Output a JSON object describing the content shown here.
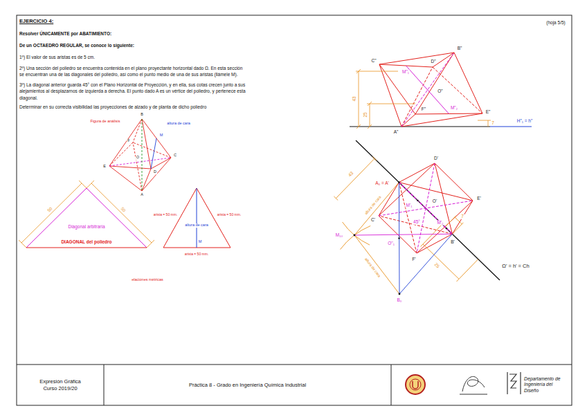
{
  "diagram": {
    "title": "EJERCICIO 4:",
    "nodes": [
      {
        "text": [
          "Expresión Gráfica",
          "Curso 2019/20"
        ]
      },
      {
        "text": [
          "Práctica 8 - Grado en Ingeniería Química Industrial"
        ]
      },
      {
        "text": [
          "Departamento de Ingeniería del Diseño"
        ]
      }
    ],
    "labels": [
      "(hoja 5/5)",
      "Resolver ÚNICAMENTE por ABATIMIENTO:",
      "De un OCTAEDRO REGULAR, se conoce lo siguiente:",
      "1º) El valor de sus aristas es de 5 cm.",
      "2º) Una sección del poliedro se encuentra contenida en el plano proyectante horizontal dado Ω. En esta sección se encuentran una de las diagonales del poliedro, así como el punto medio de una de sus aristas (llámele M).",
      "3º) La diagonal anterior guarda 45° con el Plano Horizontal de Proyección, y en ella, sus cotas crecen junto a sus alejamientos al desplazarnos de izquierda a derecha. El punto dado A es un vértice del poliedro, y pertenece esta diagonal.",
      "Determinar en su correcta visibilidad las proyecciones de alzado y de planta de dicho poliedro",
      "Figura de análisis",
      "altura de cara",
      "B",
      "C",
      "E",
      "F",
      "M",
      "D",
      "O",
      "A",
      "50",
      "50",
      "Diagonal arbitraria",
      "DIAGONAL del poliedro",
      "arista = 50 mm.",
      "arista = 50 mm.",
      "altura de cara",
      "M",
      "arista = 50 mm.",
      "elaciones métricas",
      "C\"",
      "D\"",
      "B\"",
      "M\"₁",
      "O\"",
      "43",
      "25",
      "F\"",
      "M\"₂",
      "E\"",
      "7",
      "A\"",
      "H\"₁ = h\"",
      "D'",
      "A₀ = A'",
      "M'₁",
      "43",
      "altura de cara",
      "O'",
      "E'",
      "C'",
      "45°",
      "M'₂",
      "M₁₀",
      "O''₁",
      "B'",
      "7",
      "F'",
      "altura de cara",
      "25",
      "Ω' = h' = Ch",
      "B₀"
    ]
  }
}
